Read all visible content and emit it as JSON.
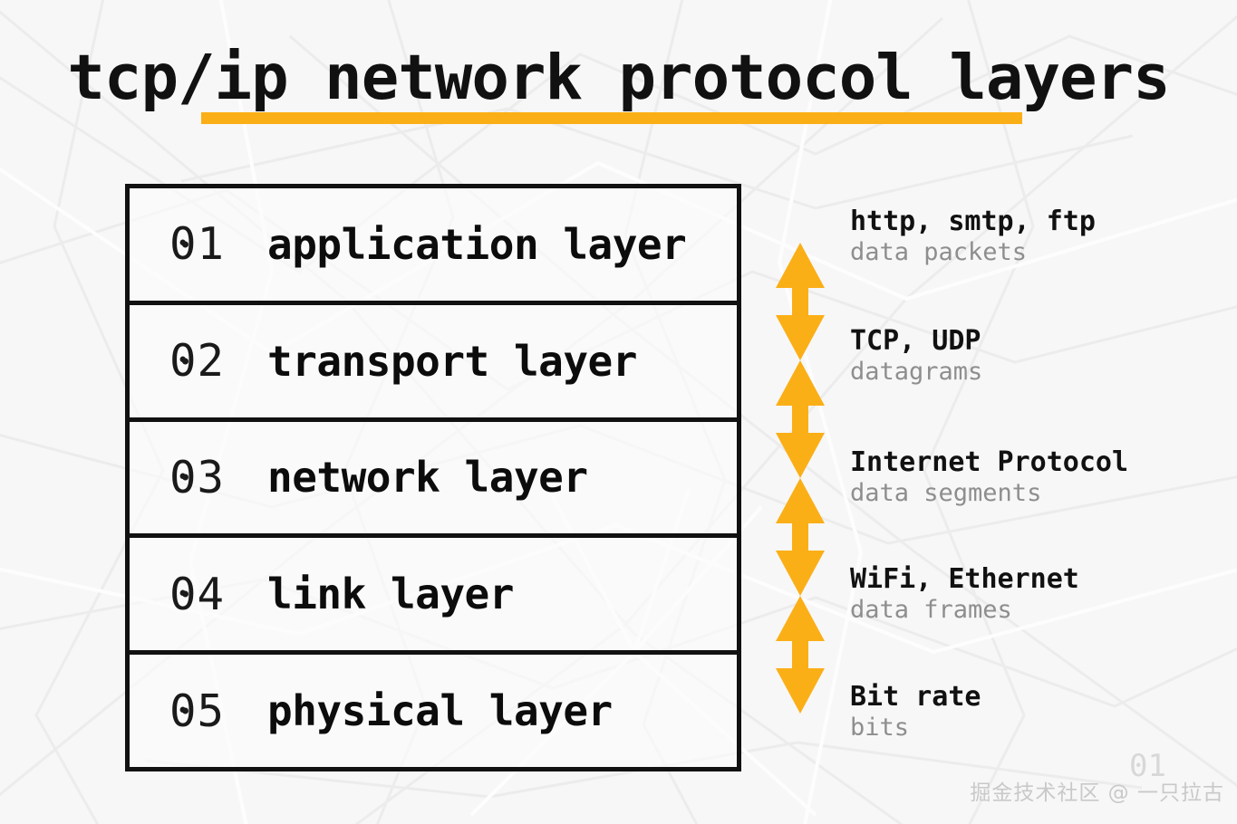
{
  "header": {
    "title": "tcp/ip network protocol layers",
    "underline_color": "#fbaf17"
  },
  "theme": {
    "background": "#f7f7f7",
    "accent_orange": "#fbaf17",
    "ink": "#111111",
    "muted_gray": "#8e8e8e",
    "watermark_gray": "#c9c9c9"
  },
  "layers": [
    {
      "number": "01",
      "name": "application layer"
    },
    {
      "number": "02",
      "name": "transport layer"
    },
    {
      "number": "03",
      "name": "network layer"
    },
    {
      "number": "04",
      "name": "link layer"
    },
    {
      "number": "05",
      "name": "physical layer"
    }
  ],
  "annotations": [
    {
      "protocols": "http, smtp, ftp",
      "unit": "data packets"
    },
    {
      "protocols": "TCP, UDP",
      "unit": "datagrams"
    },
    {
      "protocols": "Internet Protocol",
      "unit": "data segments"
    },
    {
      "protocols": "WiFi, Ethernet",
      "unit": "data frames"
    },
    {
      "protocols": "Bit rate",
      "unit": "bits"
    }
  ],
  "arrows": {
    "count": 4,
    "icon": "double-headed-vertical-arrow",
    "color": "#fbaf17"
  },
  "watermark": {
    "text": "掘金技术社区 @ 一只拉古",
    "glyph": "01"
  }
}
